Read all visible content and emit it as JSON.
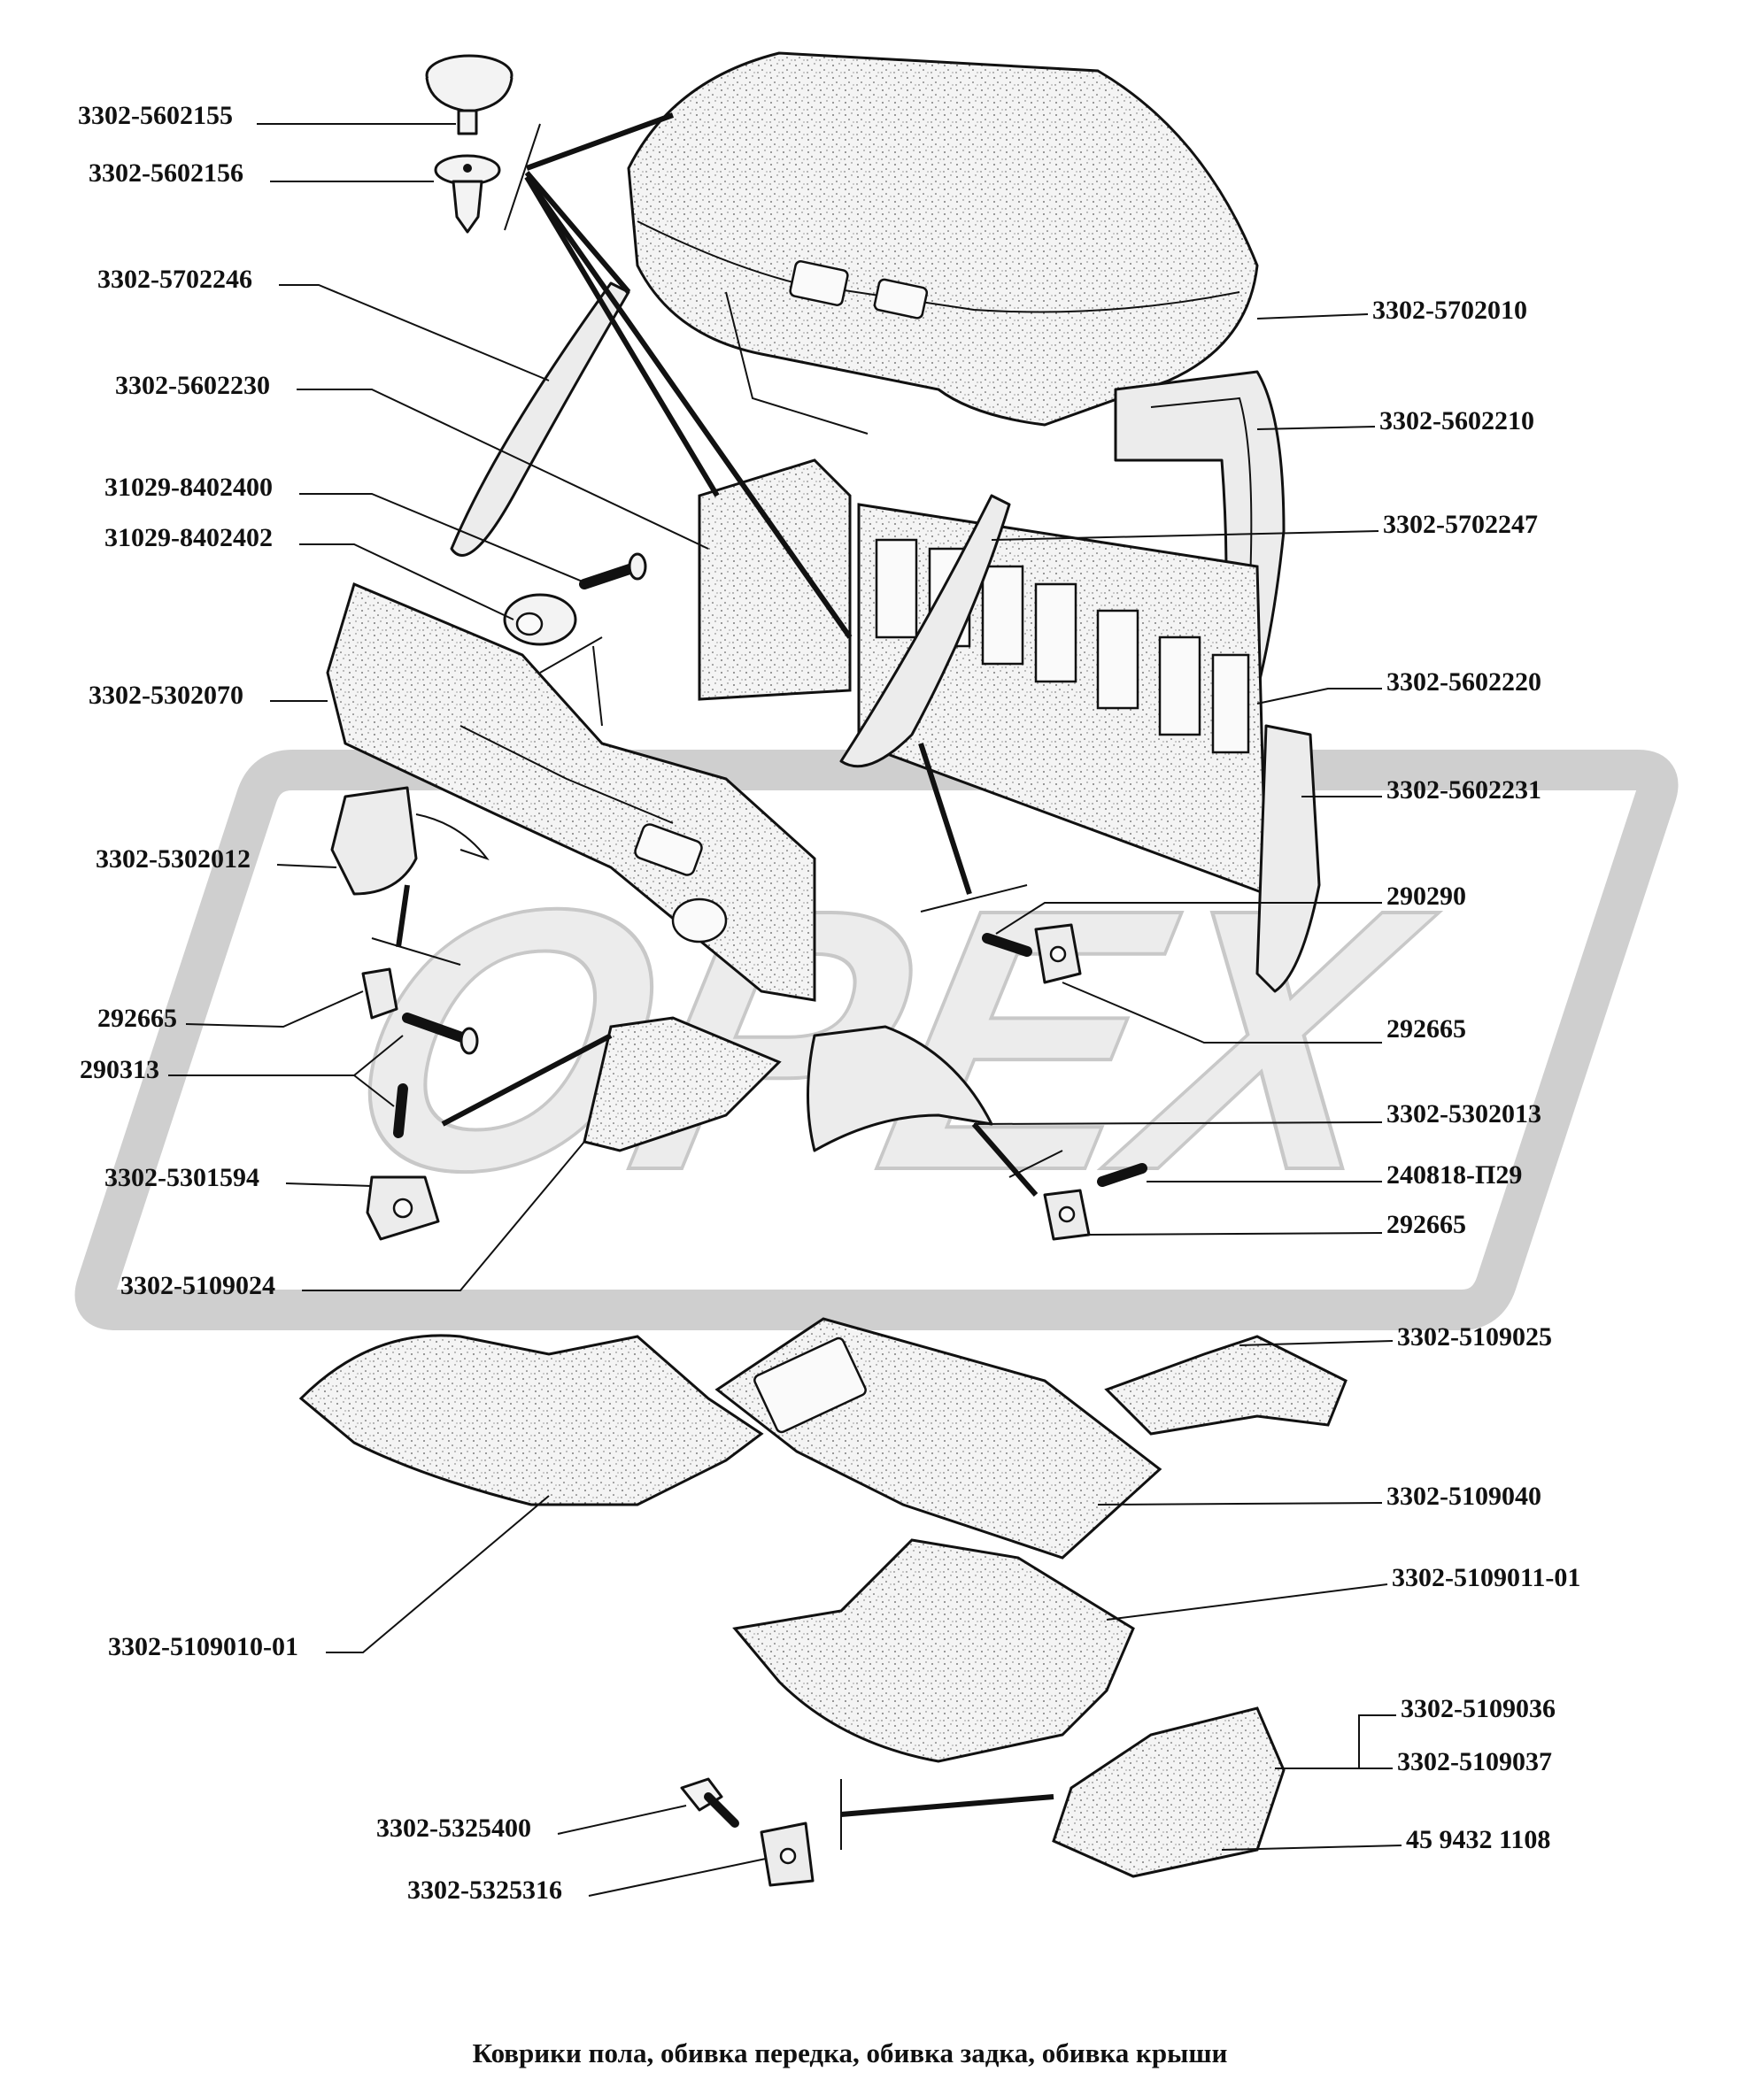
{
  "watermark": "OPEX",
  "caption": "Коврики пола, обивка передка, обивка задка, обивка крыши",
  "colors": {
    "line": "#111111",
    "watermark_fill": "#e4e4e4",
    "watermark_stroke": "#c9c9c9"
  },
  "labels": {
    "l01": "3302-5602155",
    "l02": "3302-5602156",
    "l03": "3302-5702246",
    "l04": "3302-5602230",
    "l05": "31029-8402400",
    "l06": "31029-8402402",
    "l07": "3302-5302070",
    "l08": "3302-5302012",
    "l09": "292665",
    "l10": "290313",
    "l11": "3302-5301594",
    "l12": "3302-5109024",
    "l13": "3302-5702010",
    "l14": "3302-5602210",
    "l15": "3302-5702247",
    "l16": "3302-5602220",
    "l17": "3302-5602231",
    "l18": "290290",
    "l19": "292665",
    "l20": "3302-5302013",
    "l21": "240818-П29",
    "l22": "292665",
    "l23": "3302-5109025",
    "l24": "3302-5109040",
    "l25": "3302-5109011-01",
    "l26": "3302-5109010-01",
    "l27": "3302-5109036",
    "l28": "3302-5109037",
    "l29": "45 9432 1108",
    "l30": "3302-5325400",
    "l31": "3302-5325316"
  }
}
